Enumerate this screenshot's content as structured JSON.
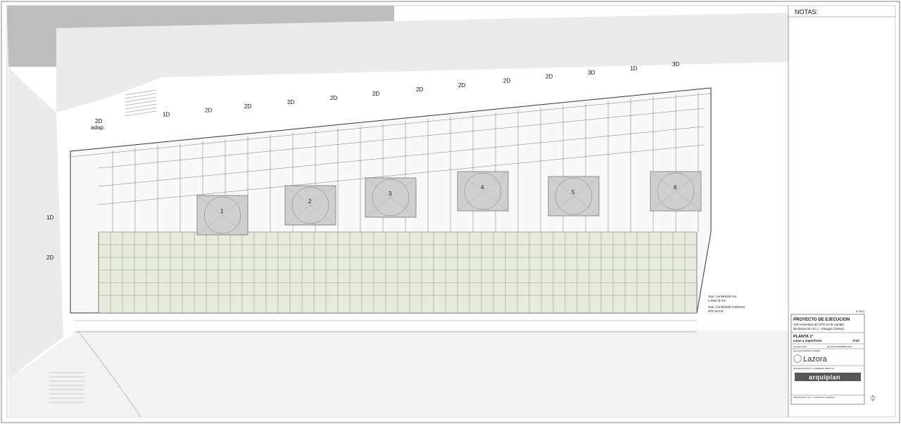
{
  "notes_label": "NOTAS:",
  "sheet_ref": "nº 6/11",
  "unit_labels": [
    {
      "label": "2D",
      "sub": "adap."
    },
    {
      "label": "1D",
      "sub": ""
    },
    {
      "label": "2D",
      "sub": ""
    },
    {
      "label": "2D",
      "sub": ""
    },
    {
      "label": "2D",
      "sub": ""
    },
    {
      "label": "2D",
      "sub": ""
    },
    {
      "label": "2D",
      "sub": ""
    },
    {
      "label": "2D",
      "sub": ""
    },
    {
      "label": "2D",
      "sub": ""
    },
    {
      "label": "2D",
      "sub": ""
    },
    {
      "label": "2D",
      "sub": ""
    },
    {
      "label": "3D",
      "sub": ""
    },
    {
      "label": "1D",
      "sub": ""
    },
    {
      "label": "3D",
      "sub": ""
    }
  ],
  "side_units": [
    "1D",
    "2D"
  ],
  "courtyards": [
    "1",
    "2",
    "3",
    "4",
    "5",
    "6"
  ],
  "summary": {
    "viv_label": "Sup. Construida Viv.",
    "viv_value": "1.056,78 m2",
    "tras_label": "Sup. Construida Trasteros",
    "tras_value": "870,19 m2"
  },
  "title_block": {
    "project_heading": "PROYECTO DE EJECUCION",
    "desc_1": "149 Viviendas de VPO en la Unidad",
    "desc_2": "de Ejecución 21.1 - Alangos (Getxo)",
    "plan_title": "PLANTA 1ª",
    "plan_sub": "cotas y superficies",
    "plan_code": "P.10",
    "scale_label": "[escala] 1/100",
    "date_label": "[fecha] NOVIEMBRE 2011",
    "promoter_label": "[promotor] GRUPO LAZORA",
    "promoter_logo": "Lazora",
    "architect_label": "[arquitecto] JUAN C. CARDENAL ABAITUA",
    "firm_logo": "arquiplan",
    "firm_line": "ARQUIPLAN S.C.S.L.P. - Arquitectura y Urbanismo"
  },
  "colors": {
    "storage_fill": "#e6ecdd",
    "street_fill": "#ebebeb",
    "block_fill": "#bdbdbd",
    "court_fill": "#c8c8c8",
    "line": "#444444"
  }
}
